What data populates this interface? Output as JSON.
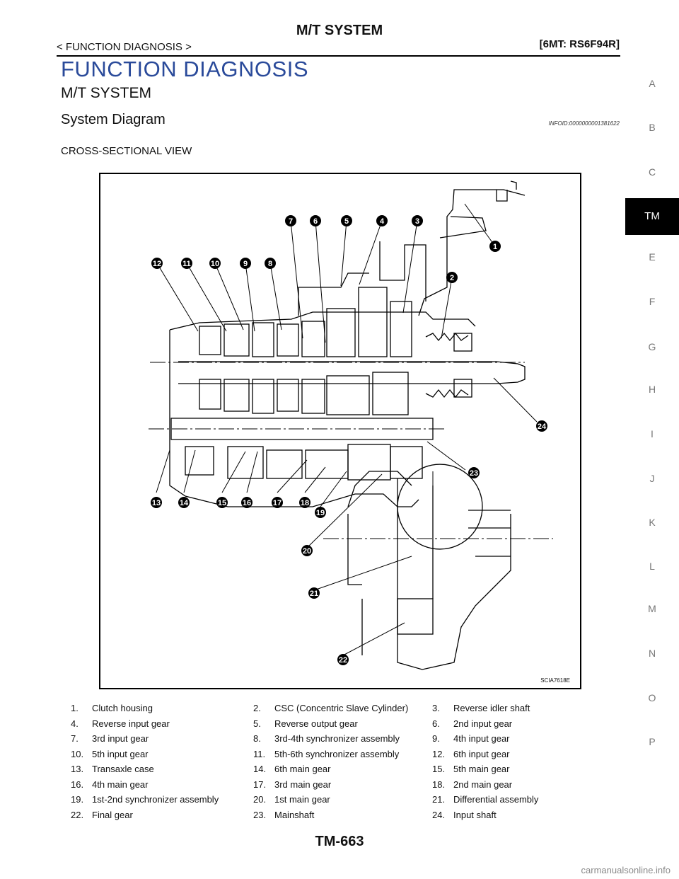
{
  "header": {
    "title": "M/T SYSTEM",
    "section": "< FUNCTION DIAGNOSIS >",
    "model": "[6MT: RS6F94R]"
  },
  "heading1": "FUNCTION DIAGNOSIS",
  "heading2": "M/T SYSTEM",
  "heading3": "System Diagram",
  "infoid": "INFOID:0000000001381622",
  "subheading": "CROSS-SECTIONAL VIEW",
  "figure": {
    "code": "SCIA7618E",
    "callouts": [
      "1",
      "2",
      "3",
      "4",
      "5",
      "6",
      "7",
      "8",
      "9",
      "10",
      "11",
      "12",
      "13",
      "14",
      "15",
      "16",
      "17",
      "18",
      "19",
      "20",
      "21",
      "22",
      "23",
      "24"
    ]
  },
  "legend": [
    {
      "num": "1.",
      "text": "Clutch housing"
    },
    {
      "num": "2.",
      "text": "CSC (Concentric Slave Cylinder)"
    },
    {
      "num": "3.",
      "text": "Reverse idler shaft"
    },
    {
      "num": "4.",
      "text": "Reverse input gear"
    },
    {
      "num": "5.",
      "text": "Reverse output gear"
    },
    {
      "num": "6.",
      "text": "2nd input gear"
    },
    {
      "num": "7.",
      "text": "3rd input gear"
    },
    {
      "num": "8.",
      "text": "3rd-4th synchronizer assembly"
    },
    {
      "num": "9.",
      "text": "4th input gear"
    },
    {
      "num": "10.",
      "text": "5th input gear"
    },
    {
      "num": "11.",
      "text": "5th-6th synchronizer assembly"
    },
    {
      "num": "12.",
      "text": "6th input gear"
    },
    {
      "num": "13.",
      "text": "Transaxle case"
    },
    {
      "num": "14.",
      "text": "6th main gear"
    },
    {
      "num": "15.",
      "text": "5th main gear"
    },
    {
      "num": "16.",
      "text": "4th main gear"
    },
    {
      "num": "17.",
      "text": "3rd main gear"
    },
    {
      "num": "18.",
      "text": "2nd main gear"
    },
    {
      "num": "19.",
      "text": "1st-2nd synchronizer assembly"
    },
    {
      "num": "20.",
      "text": "1st main gear"
    },
    {
      "num": "21.",
      "text": "Differential assembly"
    },
    {
      "num": "22.",
      "text": "Final gear"
    },
    {
      "num": "23.",
      "text": "Mainshaft"
    },
    {
      "num": "24.",
      "text": "Input shaft"
    }
  ],
  "footer": {
    "page": "TM-663"
  },
  "watermark": "carmanualsonline.info",
  "side_index": [
    "A",
    "B",
    "C",
    "TM",
    "E",
    "F",
    "G",
    "H",
    "I",
    "J",
    "K",
    "L",
    "M",
    "N",
    "O",
    "P"
  ],
  "side_active": "TM"
}
